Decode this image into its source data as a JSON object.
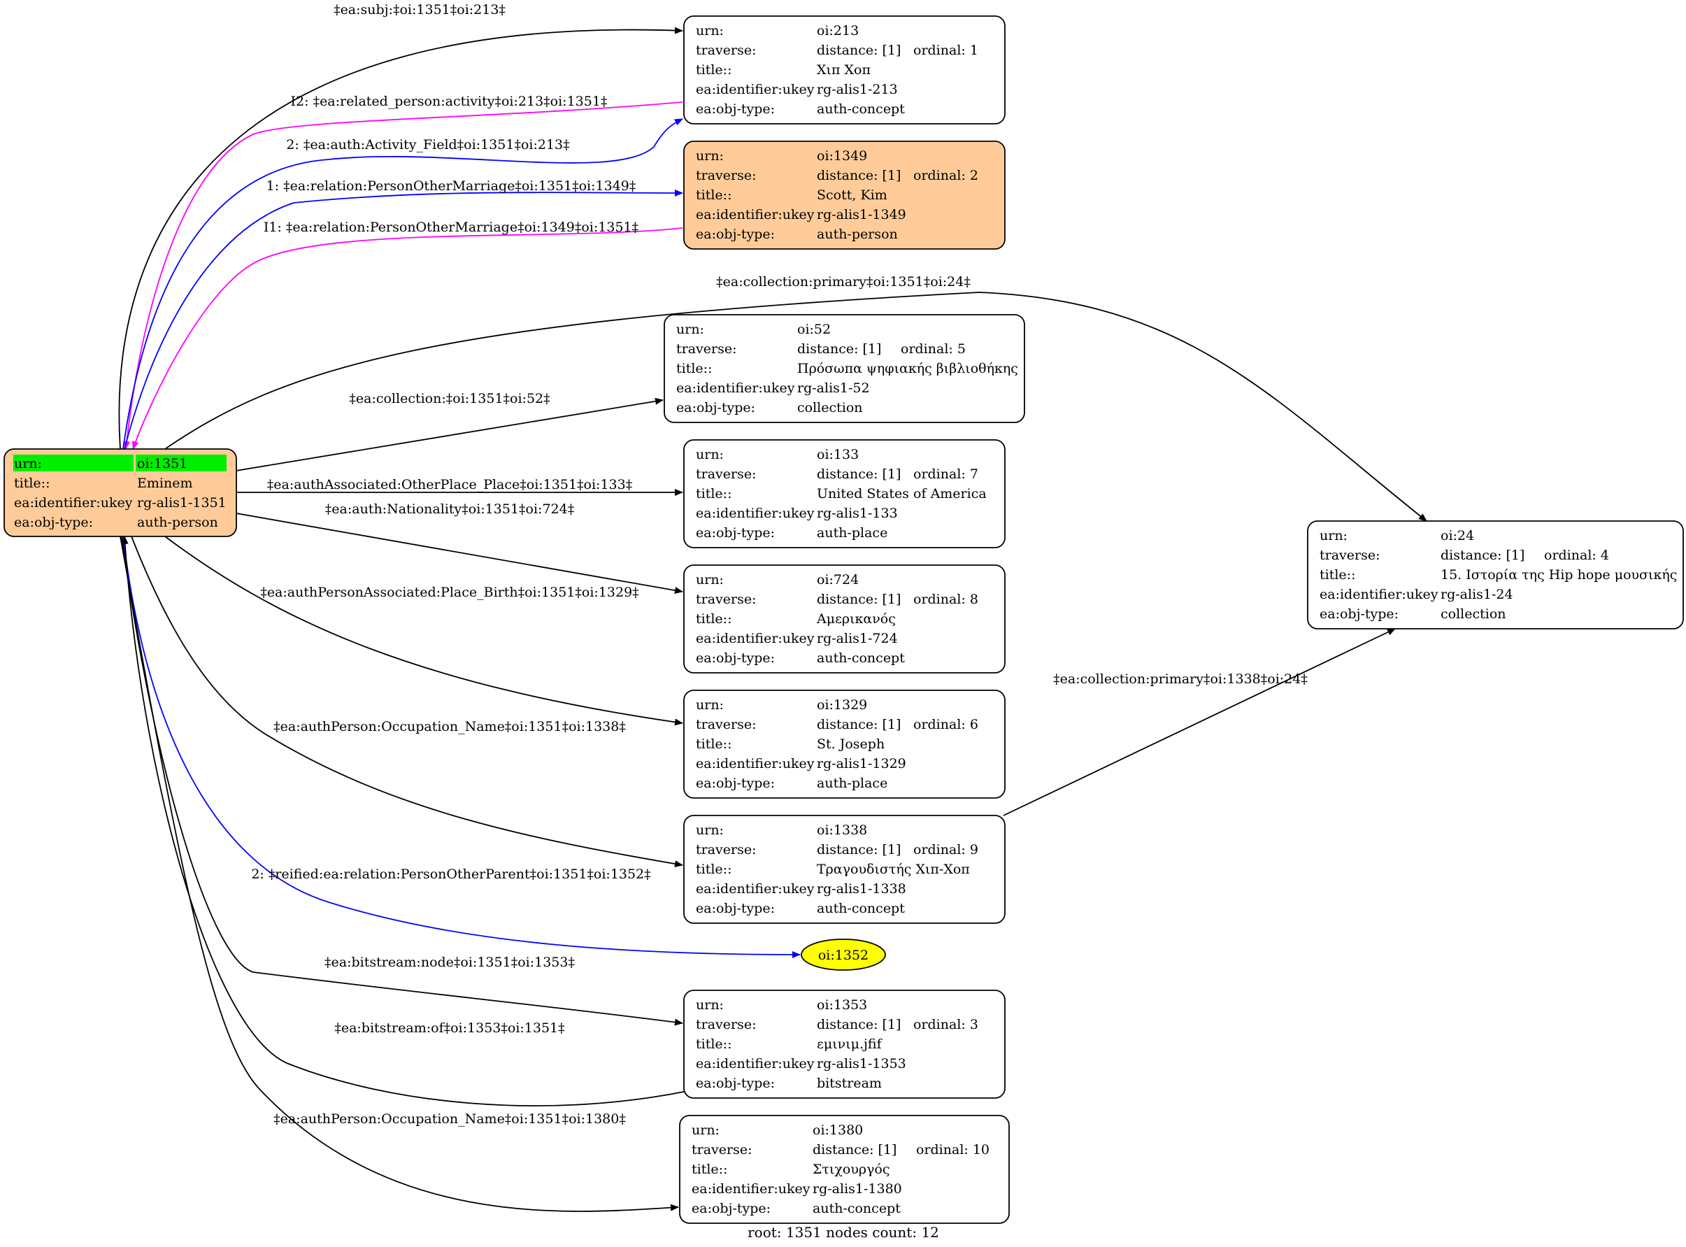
{
  "colors": {
    "root_fill": "#ffcc99",
    "highlight_fill": "#ffcc99",
    "urn_highlight": "#00ee00",
    "plain_fill": "#ffffff",
    "ellipse_fill": "#ffff00",
    "edge_black": "#000000",
    "edge_blue": "#0000ff",
    "edge_magenta": "#ff00ff"
  },
  "root_node": {
    "id": "oi:1351",
    "rows": [
      {
        "key": "urn:",
        "value": "oi:1351"
      },
      {
        "key": "title::",
        "value": "Eminem"
      },
      {
        "key": "ea:identifier:ukey",
        "value": "rg-alis1-1351"
      },
      {
        "key": "ea:obj-type:",
        "value": "auth-person"
      }
    ]
  },
  "nodes": [
    {
      "id": "oi:213",
      "fill": "plain",
      "urn": "oi:213",
      "distance": "distance: [1]",
      "ordinal": "ordinal: 1",
      "title": "Χιπ Χοπ",
      "ukey": "rg-alis1-213",
      "objtype": "auth-concept"
    },
    {
      "id": "oi:1349",
      "fill": "highlight",
      "urn": "oi:1349",
      "distance": "distance: [1]",
      "ordinal": "ordinal: 2",
      "title": "Scott, Kim",
      "ukey": "rg-alis1-1349",
      "objtype": "auth-person"
    },
    {
      "id": "oi:52",
      "fill": "plain",
      "urn": "oi:52",
      "distance": "distance: [1]",
      "ordinal": "ordinal: 5",
      "title": "Πρόσωπα ψηφιακής βιβλιοθήκης",
      "ukey": "rg-alis1-52",
      "objtype": "collection"
    },
    {
      "id": "oi:133",
      "fill": "plain",
      "urn": "oi:133",
      "distance": "distance: [1]",
      "ordinal": "ordinal: 7",
      "title": "United States of America",
      "ukey": "rg-alis1-133",
      "objtype": "auth-place"
    },
    {
      "id": "oi:724",
      "fill": "plain",
      "urn": "oi:724",
      "distance": "distance: [1]",
      "ordinal": "ordinal: 8",
      "title": "Αμερικανός",
      "ukey": "rg-alis1-724",
      "objtype": "auth-concept"
    },
    {
      "id": "oi:1329",
      "fill": "plain",
      "urn": "oi:1329",
      "distance": "distance: [1]",
      "ordinal": "ordinal: 6",
      "title": "St. Joseph",
      "ukey": "rg-alis1-1329",
      "objtype": "auth-place"
    },
    {
      "id": "oi:1338",
      "fill": "plain",
      "urn": "oi:1338",
      "distance": "distance: [1]",
      "ordinal": "ordinal: 9",
      "title": "Τραγουδιστής Χιπ-Χοπ",
      "ukey": "rg-alis1-1338",
      "objtype": "auth-concept"
    },
    {
      "id": "oi:1353",
      "fill": "plain",
      "urn": "oi:1353",
      "distance": "distance: [1]",
      "ordinal": "ordinal: 3",
      "title": "εμινιμ.jfif",
      "ukey": "rg-alis1-1353",
      "objtype": "bitstream"
    },
    {
      "id": "oi:1380",
      "fill": "plain",
      "urn": "oi:1380",
      "distance": "distance: [1]",
      "ordinal": "ordinal: 10",
      "title": "Στιχουργός",
      "ukey": "rg-alis1-1380",
      "objtype": "auth-concept"
    },
    {
      "id": "oi:24",
      "fill": "plain",
      "urn": "oi:24",
      "distance": "distance: [1]",
      "ordinal": "ordinal: 4",
      "title": "15. Ιστορία της Hip hope μουσικής",
      "ukey": "rg-alis1-24",
      "objtype": "collection"
    }
  ],
  "row_keys": {
    "urn": "urn:",
    "traverse": "traverse:",
    "title": "title::",
    "ukey": "ea:identifier:ukey",
    "objtype": "ea:obj-type:"
  },
  "ellipse_node": {
    "id": "oi:1352",
    "label": "oi:1352"
  },
  "edges": [
    {
      "from": "oi:1351",
      "to": "oi:213",
      "color": "black",
      "label": "‡ea:subj:‡oi:1351‡oi:213‡"
    },
    {
      "from": "oi:213",
      "to": "oi:1351",
      "color": "magenta",
      "label": "I2: ‡ea:related_person:activity‡oi:213‡oi:1351‡"
    },
    {
      "from": "oi:1351",
      "to": "oi:213",
      "color": "blue",
      "label": "2: ‡ea:auth:Activity_Field‡oi:1351‡oi:213‡"
    },
    {
      "from": "oi:1351",
      "to": "oi:1349",
      "color": "blue",
      "label": "1: ‡ea:relation:PersonOtherMarriage‡oi:1351‡oi:1349‡"
    },
    {
      "from": "oi:1349",
      "to": "oi:1351",
      "color": "magenta",
      "label": "I1: ‡ea:relation:PersonOtherMarriage‡oi:1349‡oi:1351‡"
    },
    {
      "from": "oi:1351",
      "to": "oi:24",
      "color": "black",
      "label": "‡ea:collection:primary‡oi:1351‡oi:24‡"
    },
    {
      "from": "oi:1351",
      "to": "oi:52",
      "color": "black",
      "label": "‡ea:collection:‡oi:1351‡oi:52‡"
    },
    {
      "from": "oi:1351",
      "to": "oi:133",
      "color": "black",
      "label": "‡ea:authAssociated:OtherPlace_Place‡oi:1351‡oi:133‡"
    },
    {
      "from": "oi:1351",
      "to": "oi:724",
      "color": "black",
      "label": "‡ea:auth:Nationality‡oi:1351‡oi:724‡"
    },
    {
      "from": "oi:1351",
      "to": "oi:1329",
      "color": "black",
      "label": "‡ea:authPersonAssociated:Place_Birth‡oi:1351‡oi:1329‡"
    },
    {
      "from": "oi:1351",
      "to": "oi:1338",
      "color": "black",
      "label": "‡ea:authPerson:Occupation_Name‡oi:1351‡oi:1338‡"
    },
    {
      "from": "oi:1338",
      "to": "oi:24",
      "color": "black",
      "label": "‡ea:collection:primary‡oi:1338‡oi:24‡"
    },
    {
      "from": "oi:1351",
      "to": "oi:1352",
      "color": "blue",
      "label": "2: ‡reified:ea:relation:PersonOtherParent‡oi:1351‡oi:1352‡"
    },
    {
      "from": "oi:1351",
      "to": "oi:1353",
      "color": "black",
      "label": "‡ea:bitstream:node‡oi:1351‡oi:1353‡"
    },
    {
      "from": "oi:1353",
      "to": "oi:1351",
      "color": "black",
      "label": "‡ea:bitstream:of‡oi:1353‡oi:1351‡"
    },
    {
      "from": "oi:1351",
      "to": "oi:1380",
      "color": "black",
      "label": "‡ea:authPerson:Occupation_Name‡oi:1351‡oi:1380‡"
    }
  ],
  "footer": "root: 1351 nodes count: 12"
}
